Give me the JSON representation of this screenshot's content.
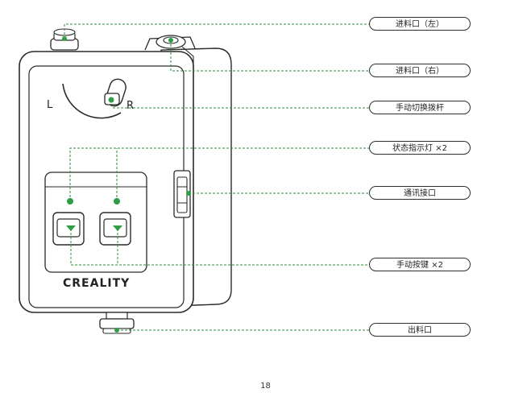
{
  "device": {
    "brand_logo": "CREALITY",
    "switch_left_label": "L",
    "switch_right_label": "R"
  },
  "callouts": [
    {
      "label": "进料口（左）"
    },
    {
      "label": "进料口（右）"
    },
    {
      "label": "手动切换拨杆"
    },
    {
      "label": "状态指示灯 ×2"
    },
    {
      "label": "通讯接口"
    },
    {
      "label": "手动按键 ×2"
    },
    {
      "label": "出料口"
    }
  ],
  "page_number": "18",
  "colors": {
    "leader_green": "#2e8b3e",
    "dot_green": "#2f9e44",
    "outline": "#2a2a2a"
  }
}
